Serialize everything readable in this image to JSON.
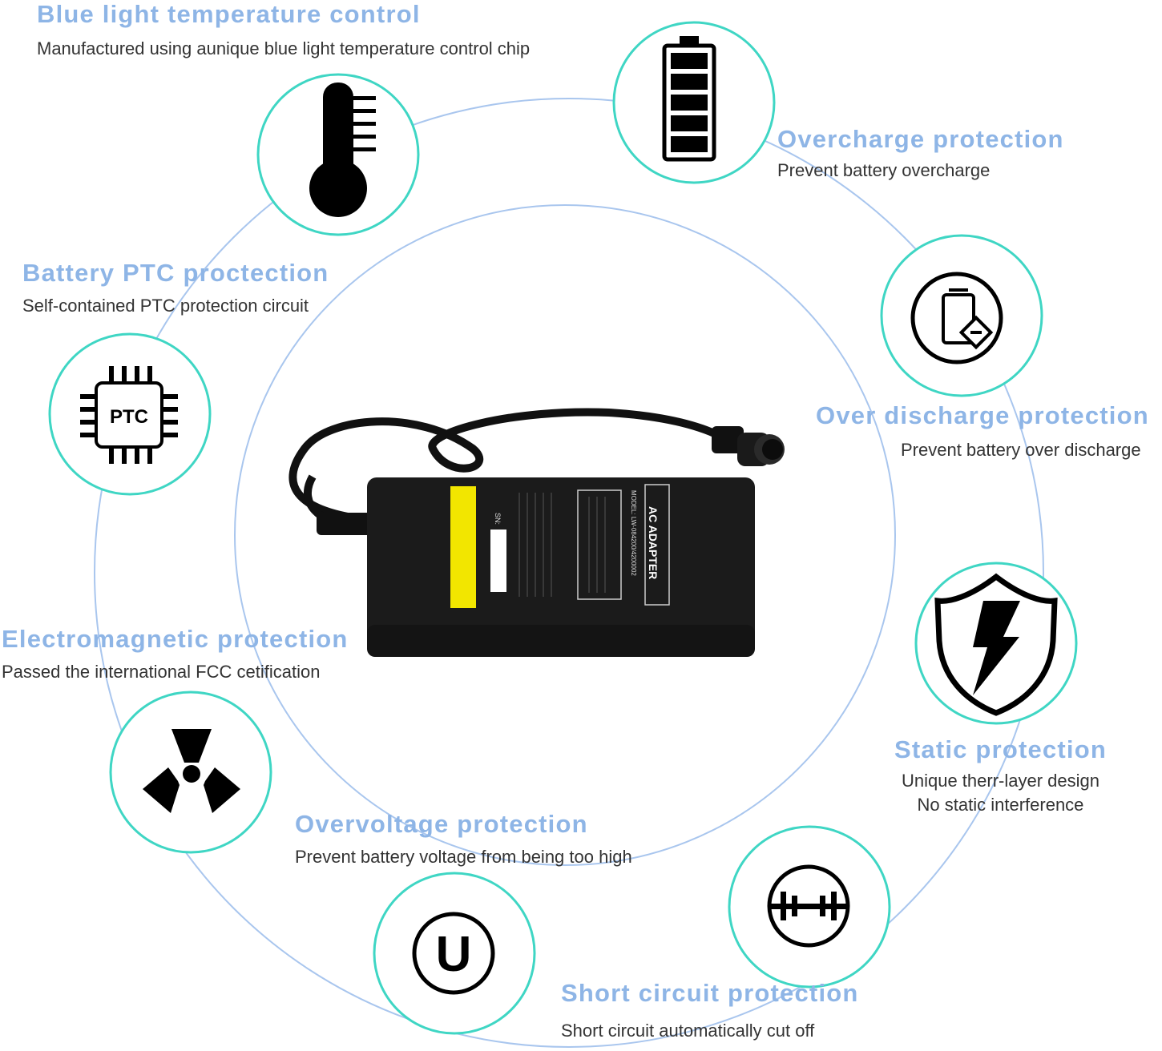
{
  "colors": {
    "title": "#8eb5e6",
    "description": "#333333",
    "icon_ring": "#3fd6c4",
    "orbit": "#a9c6ee",
    "adapter_body": "#1b1b1b",
    "warning_label": "#f2e600"
  },
  "features": [
    {
      "icon": "thermometer-icon",
      "title": "Blue light temperature control",
      "lines": [
        "Manufactured using aunique blue light temperature control chip"
      ]
    },
    {
      "icon": "battery-icon",
      "title": "Overcharge protection",
      "lines": [
        "Prevent battery overcharge"
      ]
    },
    {
      "icon": "battery-discharge-icon",
      "title": "Battery PTC proctection",
      "lines": [
        "Self-contained PTC protection circuit"
      ]
    },
    {
      "icon": "ptc-chip-icon",
      "title": "Over discharge protection",
      "lines": [
        "Prevent battery over discharge"
      ]
    },
    {
      "icon": "shield-lightning-icon",
      "title": "Electromagnetic protection",
      "lines": [
        "Passed the international FCC cetification"
      ]
    },
    {
      "icon": "radiation-icon",
      "title": "Static protection",
      "lines": [
        "Unique therr-layer design",
        "No static interference"
      ]
    },
    {
      "icon": "u-circle-icon",
      "title": "Overvoltage protection",
      "lines": [
        "Prevent battery voltage from being too high"
      ]
    },
    {
      "icon": "resistor-circle-icon",
      "title": "Short circuit protection",
      "lines": [
        "Short circuit automatically cut off"
      ]
    }
  ],
  "chip_label": "PTC",
  "adapter": {
    "name": "AC ADAPTER",
    "model": "MODEL: LW-084200/4200002",
    "sn_label": "SN:"
  }
}
